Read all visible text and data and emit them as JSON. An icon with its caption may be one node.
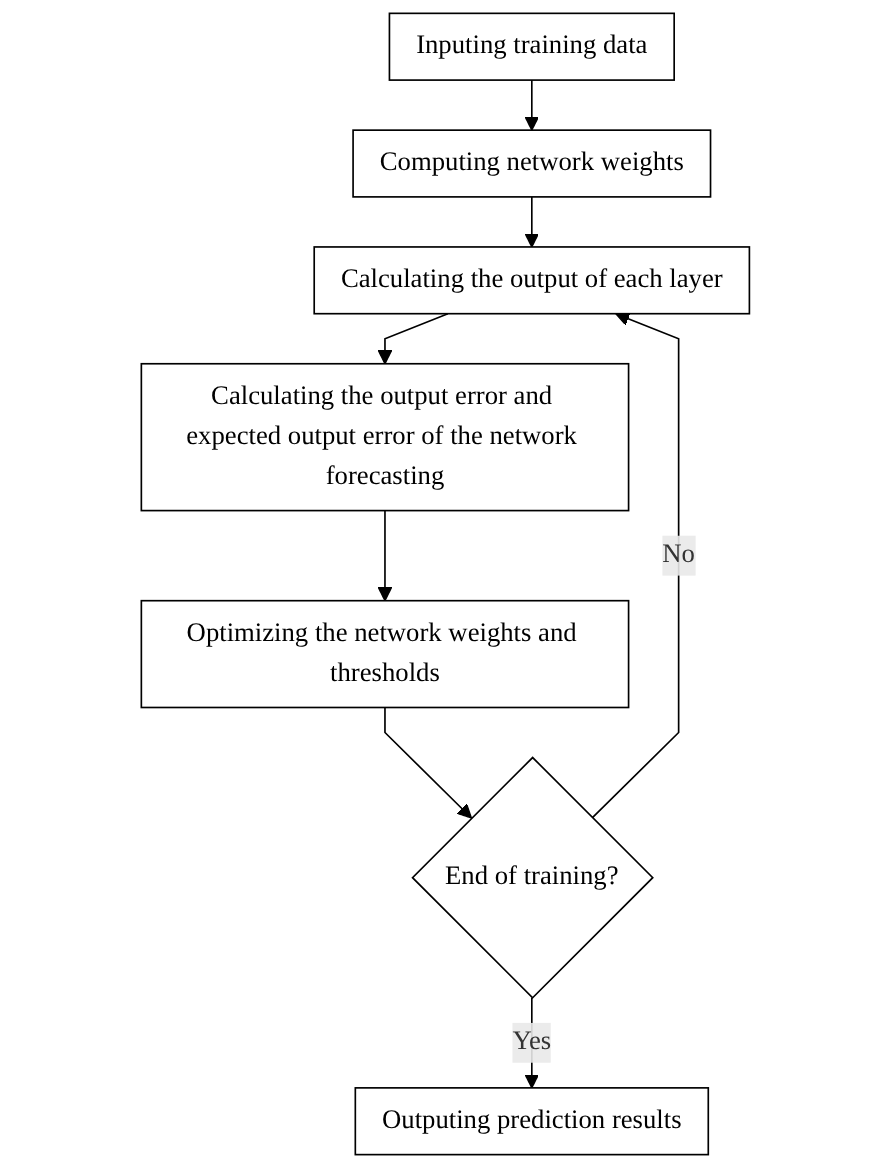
{
  "diagram": {
    "nodes": [
      {
        "text": [
          "Inputing training data"
        ]
      },
      {
        "text": [
          "Computing network weights"
        ]
      },
      {
        "text": [
          "Calculating the output of each layer"
        ]
      },
      {
        "text": [
          "Calculating the output error and expected output error of the network forecasting"
        ]
      },
      {
        "text": [
          "Optimizing the network weights and thresholds"
        ]
      },
      {
        "text": [
          "End of training?"
        ]
      },
      {
        "text": [
          "Outputing prediction results"
        ]
      }
    ],
    "edges": [
      {
        "from": 0,
        "to": 1,
        "arrow": "to"
      },
      {
        "from": 1,
        "to": 2,
        "arrow": "to"
      },
      {
        "from": 2,
        "to": 3,
        "arrow": "to"
      },
      {
        "from": 3,
        "to": 4,
        "arrow": "to"
      },
      {
        "from": 4,
        "to": 5,
        "arrow": "to"
      },
      {
        "from": 5,
        "to": 6,
        "arrow": "to",
        "label": "Yes"
      },
      {
        "from": 5,
        "to": 2,
        "arrow": "to",
        "label": "No"
      }
    ]
  }
}
